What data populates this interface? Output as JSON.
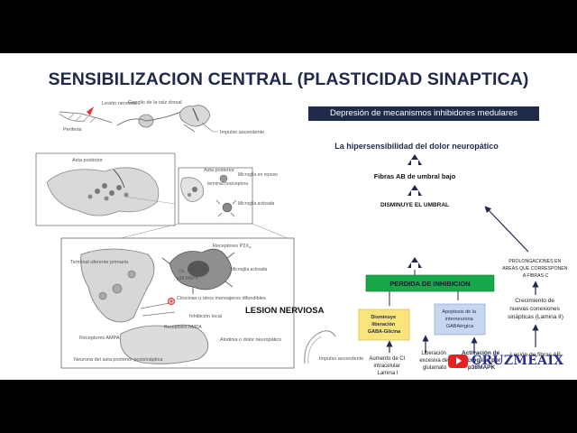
{
  "title": "SENSIBILIZACION CENTRAL (PLASTICIDAD SINAPTICA)",
  "figure_labels": {
    "lesion_nerviosa": "Lesión nerviosa",
    "ganglio": "Ganglio de la raíz dorsal",
    "periferia": "Periferia",
    "impulso_ascendente": "Impulso ascendente",
    "asta_posterior": "Asta posterior",
    "asta_posterior_2": "Asta posterior",
    "terminal_nociceptora": "terminal nociceptora",
    "microglia_reposo": "Microglía en reposo",
    "microglia_activada": "Microglía activada",
    "receptores_p2x4": "Receptores P2X",
    "receptores_p2x4_sub": "4",
    "terminal_aferente": "Terminal aferente primaria",
    "microglia_activada_2": "Microglía activada",
    "citocinas": "Citocinas u otros mensajeros difundibles",
    "inhibicion_local": "Inhibición local",
    "receptores_nmda": "Receptores NMDA",
    "receptores_ampa": "Receptores AMPA",
    "alodinia": "Alodinia o dolor neuropático",
    "neurona": "Neurona del asta posterior postsináptica",
    "ca": "Ca",
    "p38": "p38 MAPK",
    "impulso_ascendente_2": "Impulso ascendente"
  },
  "lesion_label": "LESION NERVIOSA",
  "depresion_header": "Depresión de mecanismos inhibidores medulares",
  "flow": {
    "hipersensibilidad": "La hipersensibilidad del dolor neuropático",
    "fibras_ab": "Fibras AB de umbral bajo",
    "disminuye_umbral": "DISMINUYE EL UMBRAL",
    "perdida_inhibicion": "PERDIDA DE INHIBICION",
    "disminuye_liberacion": [
      "Disminuye",
      "liberación",
      "GABA-Glicina"
    ],
    "apoptosis": [
      "Apoptosis de la",
      "interneurona",
      "GABAérgica"
    ],
    "aumento_cl": [
      "Aumento de Cl",
      "intracelular",
      "Lamina I"
    ],
    "liberacion_glutamato": [
      "Liberación",
      "excesiva de",
      "glutamato"
    ],
    "activacion_microglias": [
      "Activación de",
      "microglias por",
      "p38MAPK"
    ],
    "prolongaciones": [
      "PROLONGACIONES EN",
      "AREAS QUE CORRESPONEN",
      "A FIBRAS C"
    ],
    "crecimiento": [
      "Crecimiento de",
      "nuevas conexiones",
      "sinápticas (Lamina II)"
    ],
    "lesion_fibras": "Lesión de fibras AB"
  },
  "logo": {
    "text": "CRUZMEAIX",
    "icon": "youtube-play-icon"
  },
  "colors": {
    "title": "#1f2a4a",
    "header_bg": "#1f2a4a",
    "arrow": "#1f2a4a",
    "perdida_bg": "#17a84a",
    "disminuye_bg": "#fbe57a",
    "apoptosis_bg": "#c7d7ef",
    "youtube_red": "#e52222",
    "brand": "#2b2e8f"
  }
}
